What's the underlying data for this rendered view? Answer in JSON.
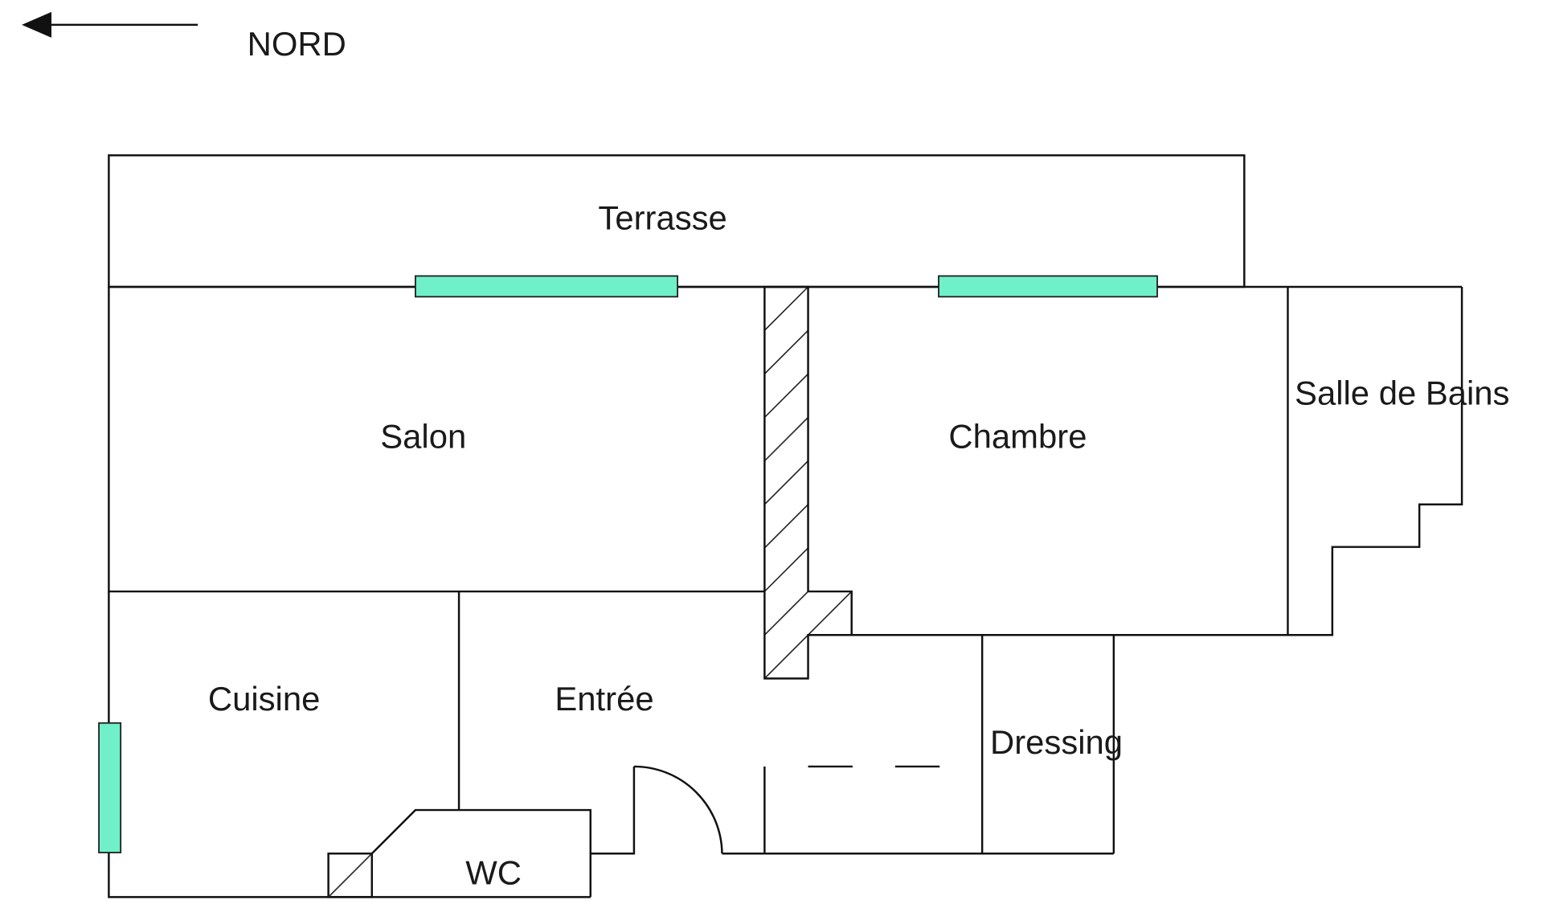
{
  "compass": {
    "label": "NORD",
    "icon": "arrow-left-icon"
  },
  "rooms": {
    "terrasse": "Terrasse",
    "salon": "Salon",
    "chambre": "Chambre",
    "salle_de_bains": "Salle de Bains",
    "cuisine": "Cuisine",
    "entree": "Entrée",
    "dressing": "Dressing",
    "wc": "WC"
  },
  "colors": {
    "window": "#6ff0c8",
    "wall": "#111111"
  }
}
